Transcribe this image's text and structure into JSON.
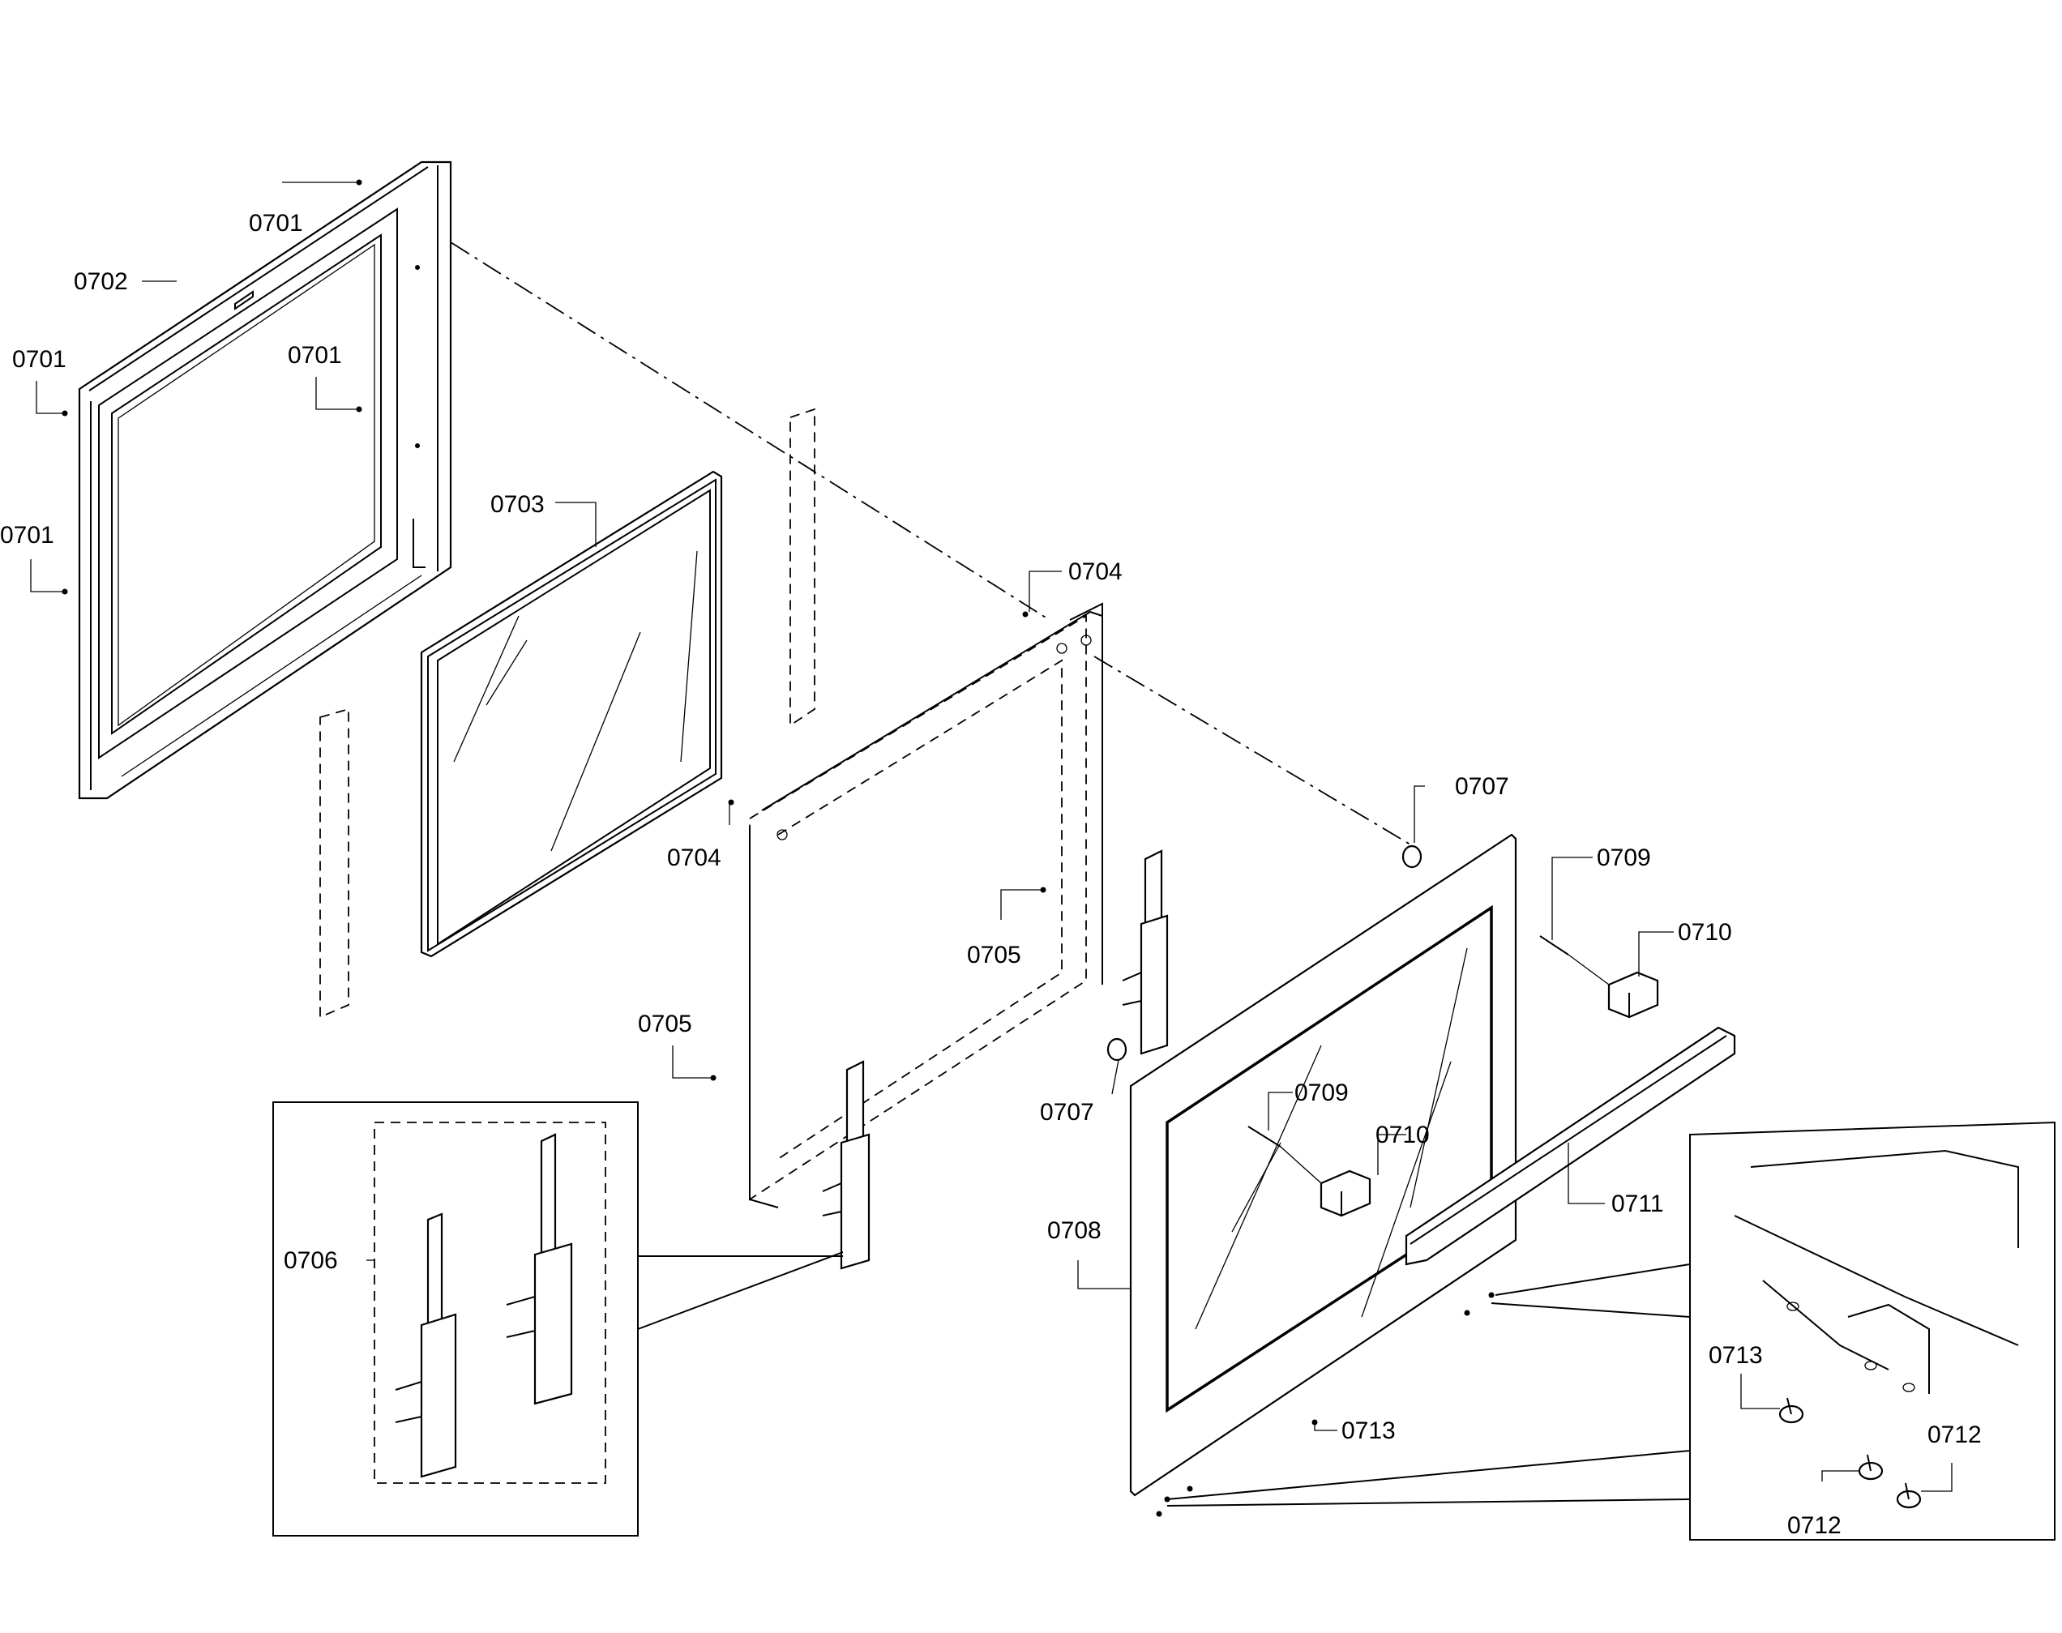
{
  "diagram": {
    "labels": [
      "0701",
      "0702",
      "0703",
      "0704",
      "0705",
      "0706",
      "0707",
      "0708",
      "0709",
      "0710",
      "0711",
      "0712",
      "0713"
    ]
  }
}
